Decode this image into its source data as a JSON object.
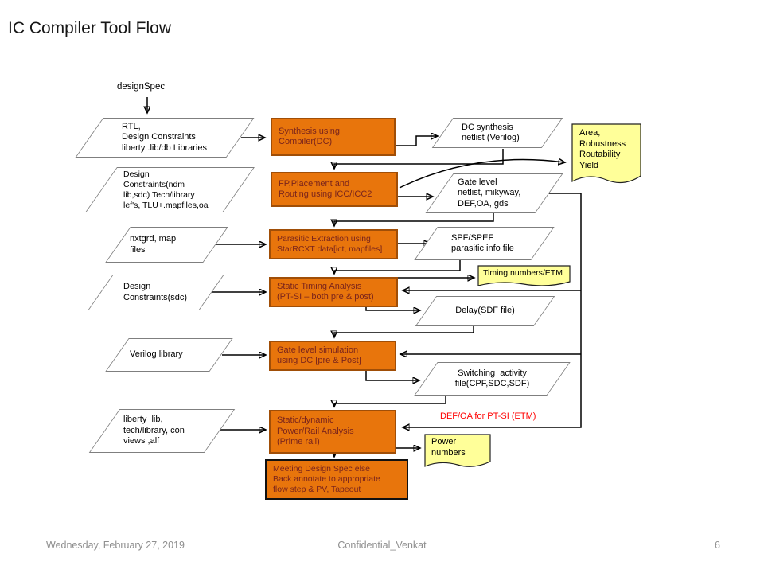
{
  "slide": {
    "title": "IC Compiler Tool Flow",
    "footer": {
      "date": "Wednesday, February 27, 2019",
      "center": "Confidential_Venkat",
      "page": "6"
    }
  },
  "colors": {
    "process_fill": "#E8750C",
    "process_border": "#A04E07",
    "process_text": "#7A241C",
    "note_fill": "#FFFF99",
    "red_label": "#FF0000",
    "parallelogram_border": "#7F7F7F"
  },
  "flow": {
    "design_spec_label": "designSpec",
    "inputs": [
      {
        "text": "RTL,\nDesign Constraints\nliberty .lib/db Libraries"
      },
      {
        "text": "Design\nConstraints(ndm\nlib,sdc) Tech/library\nlef's, TLU+.mapfiles,oa"
      },
      {
        "text": "nxtgrd, map\nfiles"
      },
      {
        "text": "Design\nConstraints(sdc)"
      },
      {
        "text": "Verilog library"
      },
      {
        "text": "liberty  lib,\ntech/library, con\nviews ,alf"
      }
    ],
    "processes": [
      {
        "text": "Synthesis using\nCompiler(DC)"
      },
      {
        "text": "FP,Placement and\nRouting using ICC/ICC2"
      },
      {
        "text": "Parasitic Extraction using\nStarRCXT data[ict, mapfiles]"
      },
      {
        "text": "Static Timing Analysis\n(PT-SI – both pre & post)"
      },
      {
        "text": "Gate level simulation\nusing DC [pre & Post]"
      },
      {
        "text": "Static/dynamic\nPower/Rail Analysis\n(Prime rail)"
      },
      {
        "text": "Meeting Design Spec else\nBack annotate to appropriate\nflow step & PV, Tapeout"
      }
    ],
    "outputs": [
      {
        "text": "DC synthesis\nnetlist (Verilog)"
      },
      {
        "text": "Gate level\nnetlist, mikyway,\nDEF,OA, gds"
      },
      {
        "text": "SPF/SPEF\nparasitic info file"
      },
      {
        "text": "Delay(SDF file)"
      },
      {
        "text": "Switching  activity\nfile(CPF,SDC,SDF)"
      }
    ],
    "notes": [
      {
        "text": "Area,\nRobustness\nRoutability\nYield"
      },
      {
        "text": "Timing numbers/ETM"
      },
      {
        "text": "Power\nnumbers"
      }
    ],
    "red_label": "DEF/OA for PT-SI (ETM)"
  }
}
